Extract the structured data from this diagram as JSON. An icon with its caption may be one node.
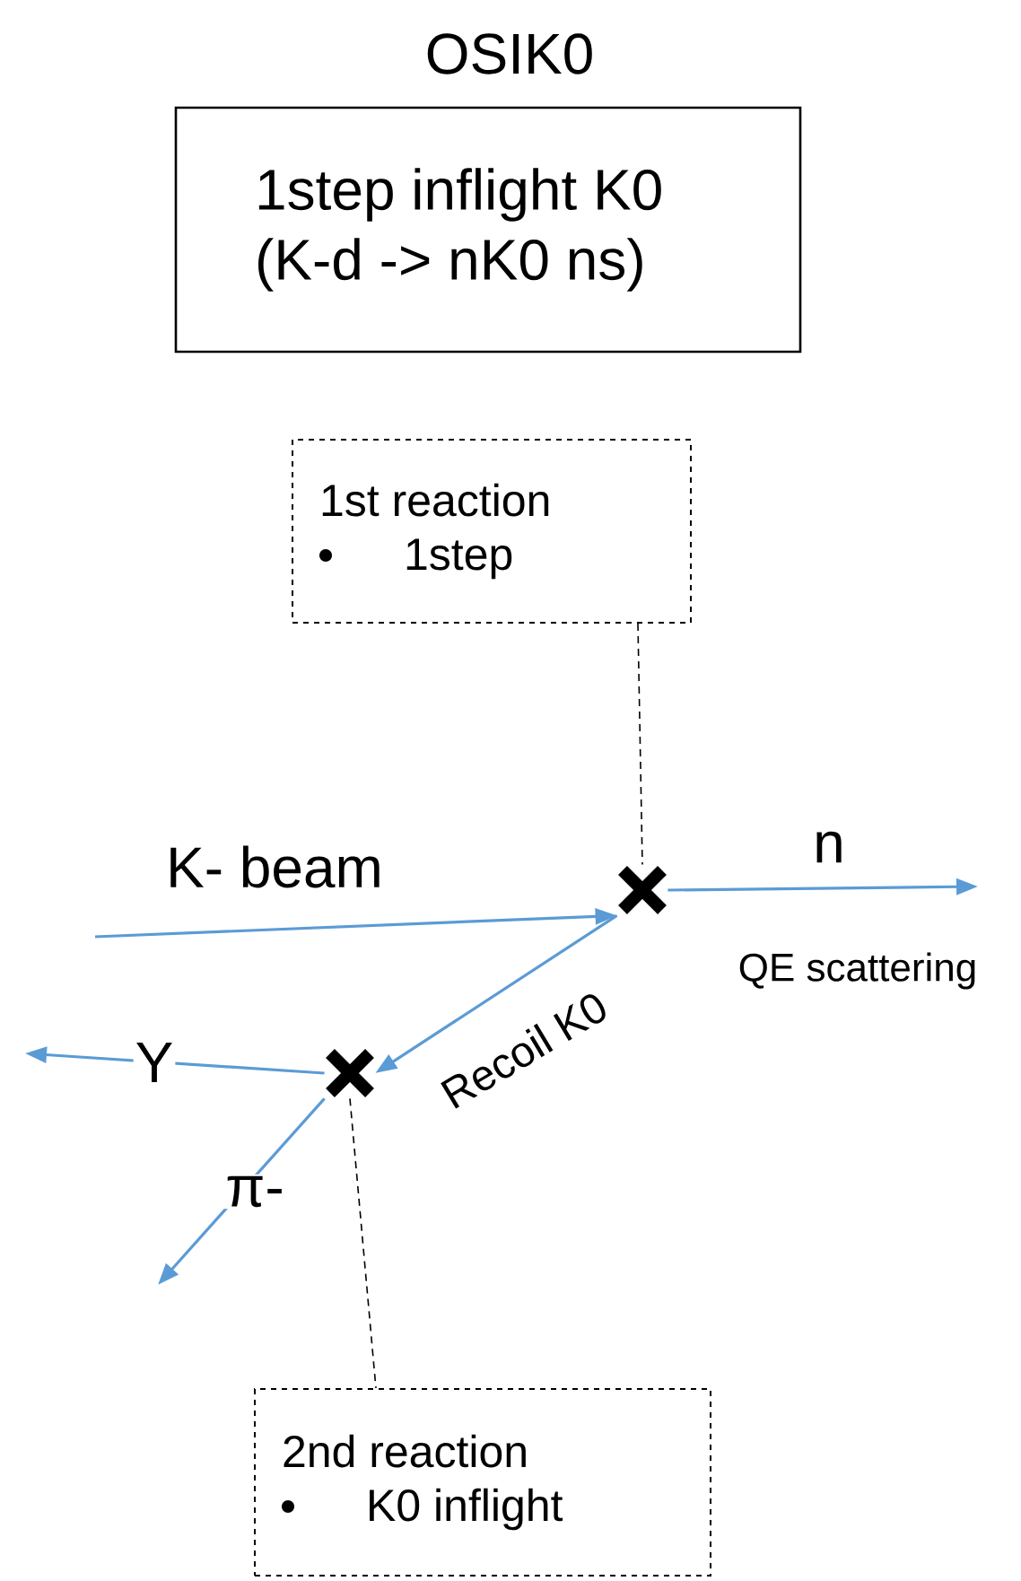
{
  "diagram": {
    "title": "OSIK0",
    "nodes": [
      {
        "text": [
          "1step inflight K0 (K-d -> nK0 ns)"
        ]
      },
      {
        "text": [
          "1st reaction",
          "1step"
        ]
      },
      {
        "text": [],
        "shape": "cross",
        "beside": [
          "QE scattering"
        ]
      },
      {
        "text": [],
        "shape": "cross"
      },
      {
        "text": [
          "2nd reaction",
          "K0 inflight"
        ]
      }
    ],
    "edges": [
      {
        "from": null,
        "to": 2,
        "arrow": "to",
        "label": "K- beam"
      },
      {
        "from": 2,
        "to": null,
        "arrow": "to",
        "label": "n"
      },
      {
        "from": 2,
        "to": 3,
        "arrow": "to",
        "label": "Recoil K0"
      },
      {
        "from": 3,
        "to": null,
        "arrow": "to",
        "label": "Y"
      },
      {
        "from": 3,
        "to": null,
        "arrow": "to",
        "label": "π-"
      },
      {
        "from": 1,
        "to": 2,
        "arrow": "none",
        "style": "dashed",
        "color": "#000000"
      },
      {
        "from": 3,
        "to": 4,
        "arrow": "none",
        "style": "dashed",
        "color": "#000000"
      }
    ]
  }
}
